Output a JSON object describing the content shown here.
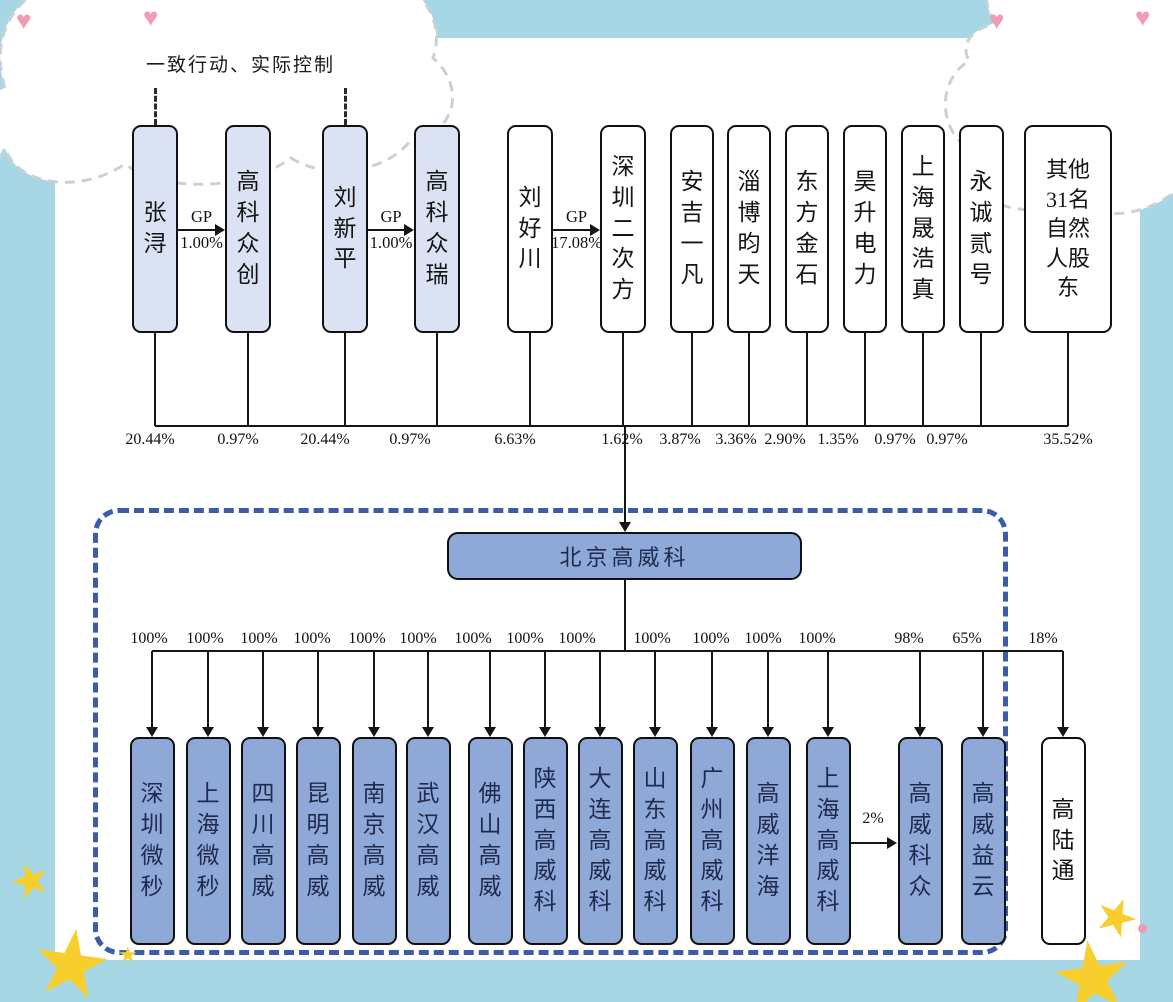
{
  "header": {
    "control_label": "一致行动、实际控制"
  },
  "shareholders": [
    {
      "name": "张浔",
      "pct": "20.44%",
      "fill": "light"
    },
    {
      "name": "高科众创",
      "pct": "0.97%",
      "fill": "light"
    },
    {
      "name": "刘新平",
      "pct": "20.44%",
      "fill": "light"
    },
    {
      "name": "高科众瑞",
      "pct": "0.97%",
      "fill": "light"
    },
    {
      "name": "刘好川",
      "pct": "6.63%",
      "fill": "white"
    },
    {
      "name": "深圳二次方",
      "pct": "1.62%",
      "fill": "white"
    },
    {
      "name": "安吉一凡",
      "pct": "3.87%",
      "fill": "white"
    },
    {
      "name": "淄博昀天",
      "pct": "3.36%",
      "fill": "white"
    },
    {
      "name": "东方金石",
      "pct": "2.90%",
      "fill": "white"
    },
    {
      "name": "昊升电力",
      "pct": "1.35%",
      "fill": "white"
    },
    {
      "name": "上海晟浩真",
      "pct": "0.97%",
      "fill": "white"
    },
    {
      "name": "永诚贰号",
      "pct": "0.97%",
      "fill": "white"
    },
    {
      "name": "其他31名自然人股东",
      "pct": "35.52%",
      "fill": "white",
      "wide": true
    }
  ],
  "gp_links": [
    {
      "from": "张浔",
      "to": "高科众创",
      "label": "GP",
      "pct": "1.00%"
    },
    {
      "from": "刘新平",
      "to": "高科众瑞",
      "label": "GP",
      "pct": "1.00%"
    },
    {
      "from": "刘好川",
      "to": "深圳二次方",
      "label": "GP",
      "pct": "17.08%"
    }
  ],
  "parent_company": {
    "name": "北京高威科"
  },
  "subsidiaries": [
    {
      "name": "深圳微秒",
      "pct": "100%"
    },
    {
      "name": "上海微秒",
      "pct": "100%"
    },
    {
      "name": "四川高威",
      "pct": "100%"
    },
    {
      "name": "昆明高威",
      "pct": "100%"
    },
    {
      "name": "南京高威",
      "pct": "100%"
    },
    {
      "name": "武汉高威",
      "pct": "100%"
    },
    {
      "name": "佛山高威",
      "pct": "100%"
    },
    {
      "name": "陕西高威科",
      "pct": "100%"
    },
    {
      "name": "大连高威科",
      "pct": "100%"
    },
    {
      "name": "山东高威科",
      "pct": "100%"
    },
    {
      "name": "广州高威科",
      "pct": "100%"
    },
    {
      "name": "高威洋海",
      "pct": "100%"
    },
    {
      "name": "上海高威科",
      "pct": "100%"
    },
    {
      "name": "高威科众",
      "pct": "98%"
    },
    {
      "name": "高威益云",
      "pct": "65%"
    },
    {
      "name": "高陆通",
      "pct": "18%",
      "fill": "white",
      "inside_group": false
    }
  ],
  "cross_link": {
    "from": "上海高威科",
    "to": "高威科众",
    "pct": "2%"
  },
  "colors": {
    "background": "#a7d7e5",
    "paper": "#ffffff",
    "light_node": "#dbe2f3",
    "blue_node": "#8ea9d8",
    "group_dash": "#3a5ca9",
    "line": "#151515",
    "node_text_dark": "#1e2b4f",
    "heart": "#f19cb2",
    "star": "#f6cf2e",
    "cloud_stroke": "#c9d0d6"
  }
}
